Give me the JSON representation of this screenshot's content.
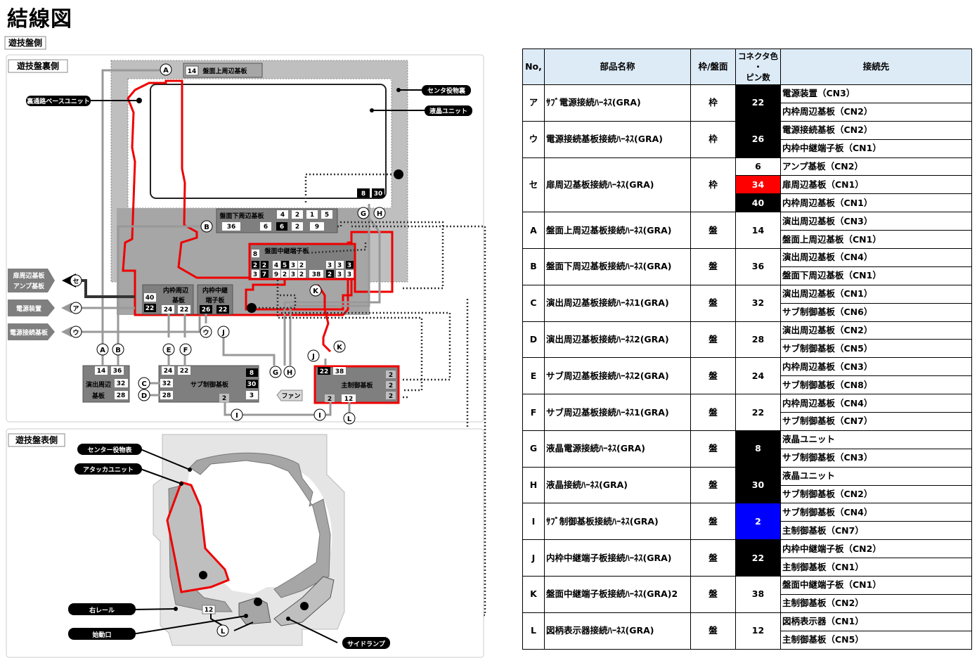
{
  "title": "結線図",
  "diagram": {
    "section_label": "遊技盤側",
    "back_label": "遊技盤裏側",
    "front_label": "遊技盤表側",
    "labels": {
      "ura_base": "裏通路ベースユニット",
      "center_back": "センタ役物裏",
      "lcd_unit": "液晶ユニット",
      "upper_board": "盤面上周辺基板",
      "lower_board": "盤面下周辺基板",
      "middle_board": "盤面中継端子板",
      "inner_board_1": "内枠周辺",
      "inner_board_2": "基板",
      "inner_relay_1": "内枠中継",
      "inner_relay_2": "端子板",
      "door_board_1": "扉周辺基板",
      "door_board_2": "アンプ基板",
      "power_device": "電源装置",
      "power_board": "電源接続基板",
      "effect_board_1": "演出周辺",
      "effect_board_2": "基板",
      "sub_board": "サブ制御基板",
      "main_board": "主制御基板",
      "fan": "ファン",
      "center_front": "センター役物表",
      "attacker": "アタッカユニット",
      "right_rail": "右レール",
      "start_port": "始動口",
      "side_lamp": "サイドランプ"
    },
    "letters": {
      "A": "A",
      "B": "B",
      "C": "C",
      "D": "D",
      "E": "E",
      "F": "F",
      "G": "G",
      "H": "H",
      "I": "I",
      "J": "J",
      "K": "K",
      "L": "L",
      "a": "ア",
      "u": "ウ",
      "se": "セ"
    },
    "pins": {
      "p14": "14",
      "p36": "36",
      "p32": "32",
      "p28": "28",
      "p24": "24",
      "p22": "22",
      "p8": "8",
      "p30": "30",
      "p3": "3",
      "p2": "2",
      "p38": "38",
      "p12": "12",
      "p40": "40",
      "p26": "26",
      "p4": "4",
      "p1": "1",
      "p5": "5",
      "p6": "6",
      "p9": "9"
    }
  },
  "table": {
    "headers": {
      "no": "No,",
      "part": "部品名称",
      "frame": "枠/盤面",
      "pin_1": "コネクタ色",
      "pin_2": "・",
      "pin_3": "ピン数",
      "dest": "接続先"
    },
    "rows": [
      {
        "no": "ア",
        "part": "ｻﾌﾞ電源接続ﾊｰﾈｽ(GRA)",
        "frame": "枠",
        "pins": [
          {
            "v": "22",
            "c": "black"
          }
        ],
        "dest": [
          "電源装置（CN3）",
          "内枠周辺基板（CN2）"
        ]
      },
      {
        "no": "ウ",
        "part": "電源接続基板接続ﾊｰﾈｽ(GRA)",
        "frame": "枠",
        "pins": [
          {
            "v": "26",
            "c": "black"
          }
        ],
        "dest": [
          "電源接続基板（CN2）",
          "内枠中継端子板（CN1）"
        ]
      },
      {
        "no": "セ",
        "part": "扉周辺基板接続ﾊｰﾈｽ(GRA)",
        "frame": "枠",
        "pins": [
          {
            "v": "6",
            "c": "white"
          },
          {
            "v": "34",
            "c": "red"
          },
          {
            "v": "40",
            "c": "black"
          }
        ],
        "dest": [
          "アンプ基板（CN2）",
          "扉周辺基板（CN1）",
          "内枠周辺基板（CN1）"
        ]
      },
      {
        "no": "A",
        "part": "盤面上周辺基板接続ﾊｰﾈｽ(GRA)",
        "frame": "盤",
        "pins": [
          {
            "v": "14",
            "c": "white"
          }
        ],
        "dest": [
          "演出周辺基板（CN3）",
          "盤面上周辺基板（CN1）"
        ]
      },
      {
        "no": "B",
        "part": "盤面下周辺基板接続ﾊｰﾈｽ(GRA)",
        "frame": "盤",
        "pins": [
          {
            "v": "36",
            "c": "white"
          }
        ],
        "dest": [
          "演出周辺基板（CN4）",
          "盤面下周辺基板（CN1）"
        ]
      },
      {
        "no": "C",
        "part": "演出周辺基板接続ﾊｰﾈｽ1(GRA)",
        "frame": "盤",
        "pins": [
          {
            "v": "32",
            "c": "white"
          }
        ],
        "dest": [
          "演出周辺基板（CN1）",
          "サブ制御基板（CN6）"
        ]
      },
      {
        "no": "D",
        "part": "演出周辺基板接続ﾊｰﾈｽ2(GRA)",
        "frame": "盤",
        "pins": [
          {
            "v": "28",
            "c": "white"
          }
        ],
        "dest": [
          "演出周辺基板（CN2）",
          "サブ制御基板（CN5）"
        ]
      },
      {
        "no": "E",
        "part": "サブ周辺基板接続ﾊｰﾈｽ2(GRA)",
        "frame": "盤",
        "pins": [
          {
            "v": "24",
            "c": "white"
          }
        ],
        "dest": [
          "内枠周辺基板（CN3）",
          "サブ制御基板（CN8）"
        ]
      },
      {
        "no": "F",
        "part": "サブ周辺基板接続ﾊｰﾈｽ1(GRA)",
        "frame": "盤",
        "pins": [
          {
            "v": "22",
            "c": "white"
          }
        ],
        "dest": [
          "内枠周辺基板（CN4）",
          "サブ制御基板（CN7）"
        ]
      },
      {
        "no": "G",
        "part": "液晶電源接続ﾊｰﾈｽ(GRA)",
        "frame": "盤",
        "pins": [
          {
            "v": "8",
            "c": "black"
          }
        ],
        "dest": [
          "液晶ユニット",
          "サブ制御基板（CN3）"
        ]
      },
      {
        "no": "H",
        "part": "液晶接続ﾊｰﾈｽ(GRA)",
        "frame": "盤",
        "pins": [
          {
            "v": "30",
            "c": "black"
          }
        ],
        "dest": [
          "液晶ユニット",
          "サブ制御基板（CN2）"
        ]
      },
      {
        "no": "I",
        "part": "ｻﾌﾞ制御基板接続ﾊｰﾈｽ(GRA)",
        "frame": "盤",
        "pins": [
          {
            "v": "2",
            "c": "blue"
          }
        ],
        "dest": [
          "サブ制御基板（CN4）",
          "主制御基板（CN7）"
        ]
      },
      {
        "no": "J",
        "part": "内枠中継端子板接続ﾊｰﾈｽ(GRA)",
        "frame": "盤",
        "pins": [
          {
            "v": "22",
            "c": "black"
          }
        ],
        "dest": [
          "内枠中継端子板（CN2）",
          "主制御基板（CN1）"
        ]
      },
      {
        "no": "K",
        "part": "盤面中継端子板接続ﾊｰﾈｽ(GRA)2",
        "frame": "盤",
        "pins": [
          {
            "v": "38",
            "c": "white"
          }
        ],
        "dest": [
          "盤面中継端子板（CN1）",
          "主制御基板（CN2）"
        ]
      },
      {
        "no": "L",
        "part": "図柄表示器接続ﾊｰﾈｽ(GRA)",
        "frame": "盤",
        "pins": [
          {
            "v": "12",
            "c": "white"
          }
        ],
        "dest": [
          "図柄表示器（CN1）",
          "主制御基板（CN5）"
        ]
      }
    ]
  }
}
